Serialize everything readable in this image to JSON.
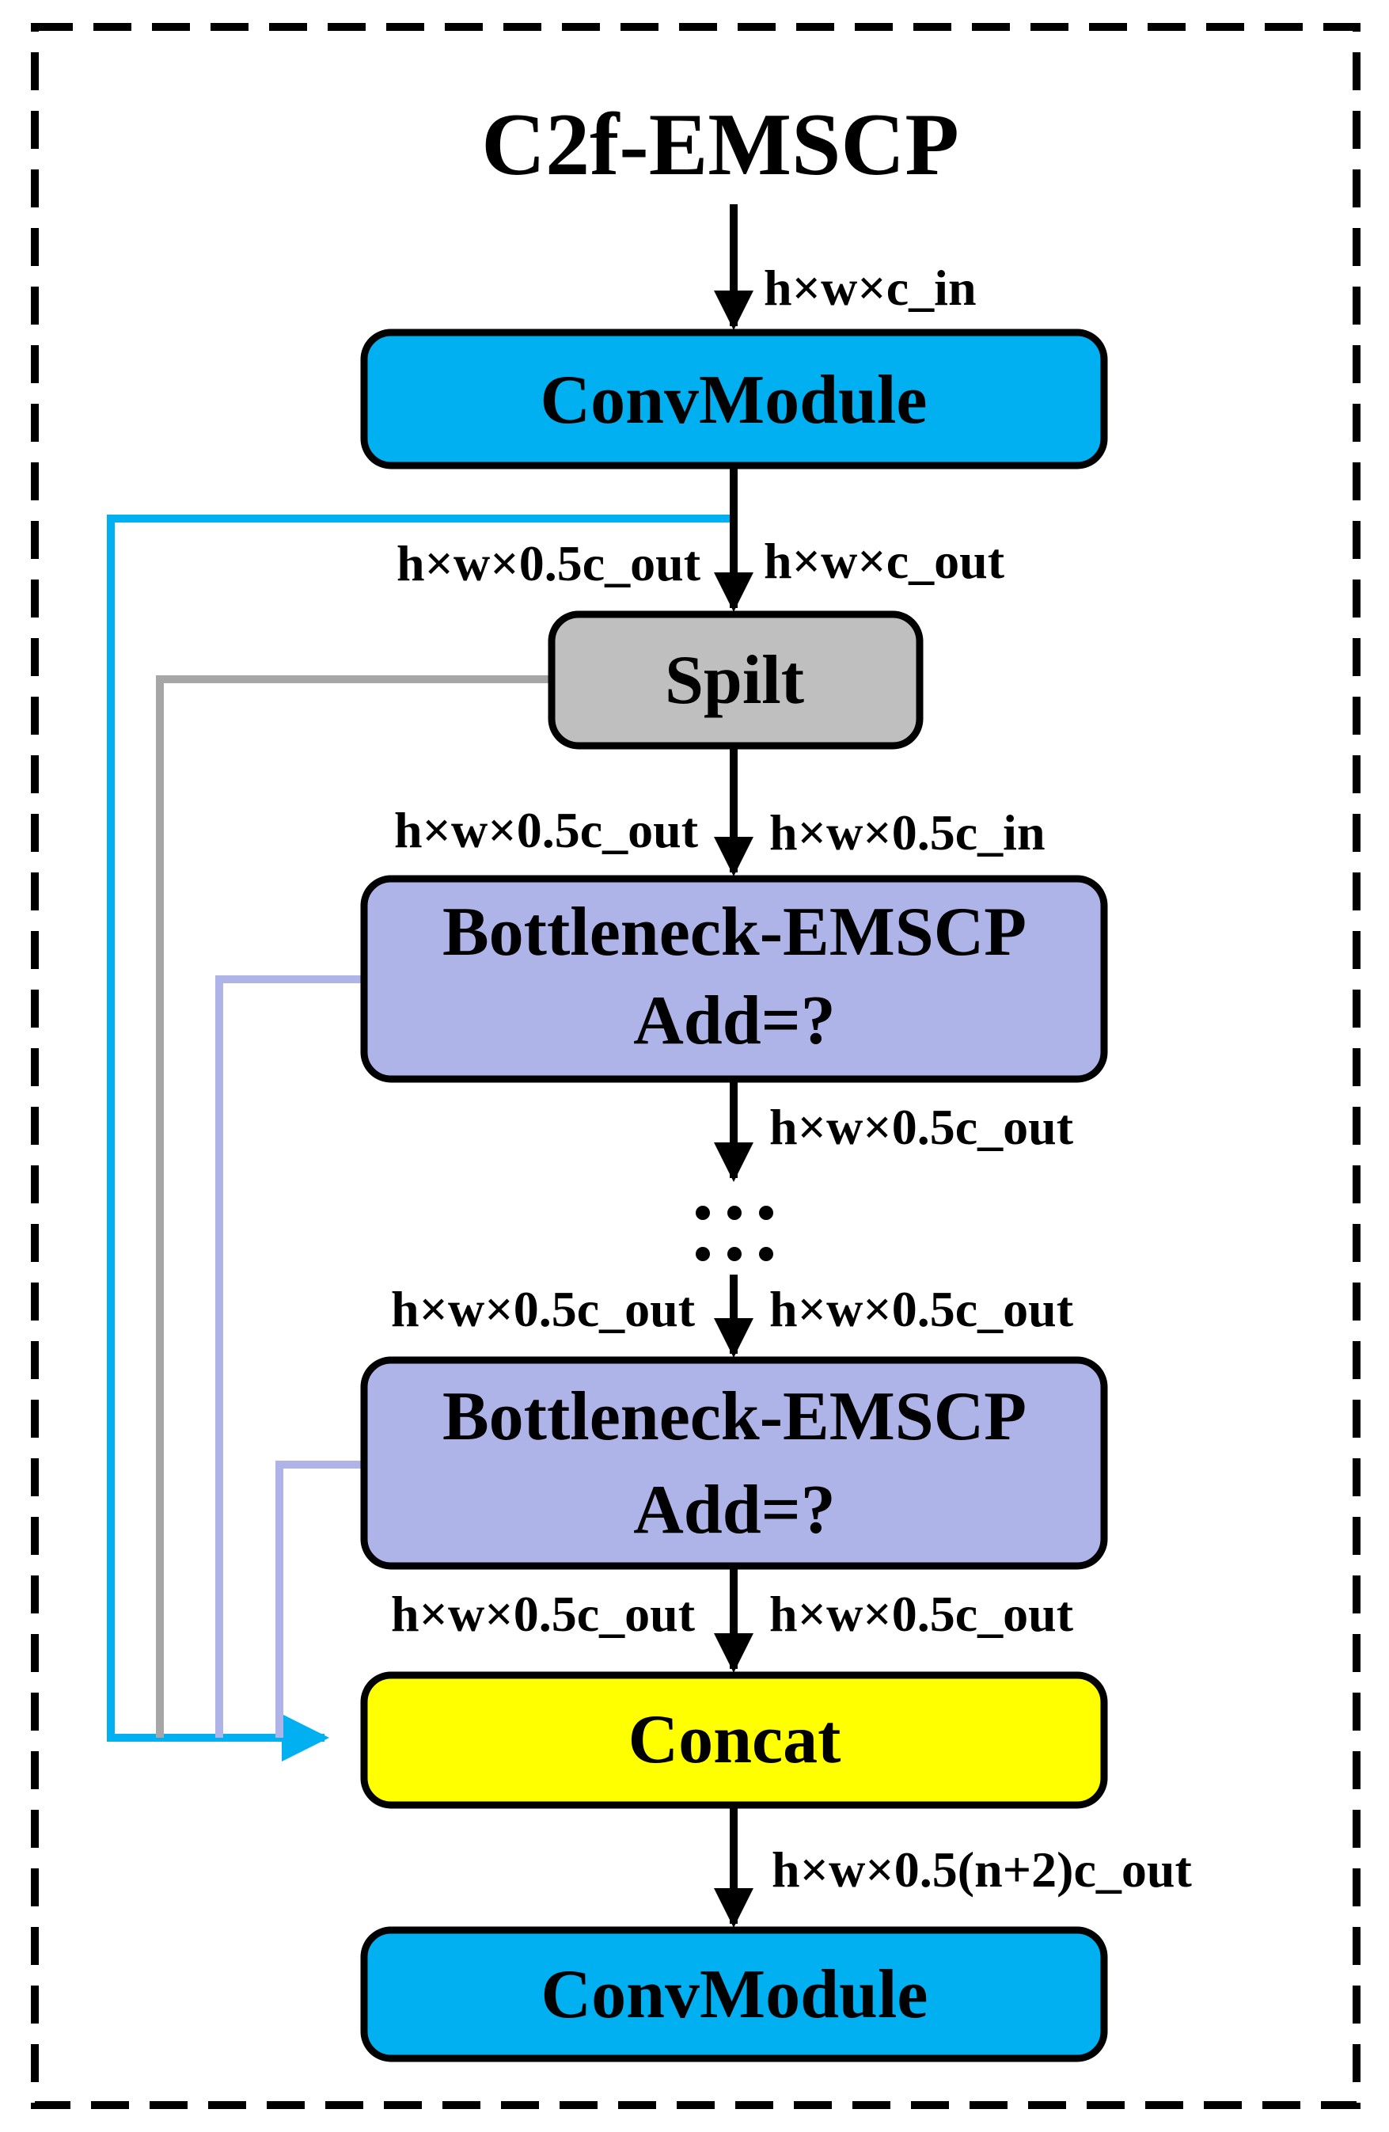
{
  "title": "C2f-EMSCP",
  "blocks": {
    "conv_top": "ConvModule",
    "split": "Spilt",
    "bottleneck_1": {
      "line1": "Bottleneck-EMSCP",
      "line2": "Add=?"
    },
    "bottleneck_n": {
      "line1": "Bottleneck-EMSCP",
      "line2": "Add=?"
    },
    "concat": "Concat",
    "conv_bottom": "ConvModule"
  },
  "dimensions": {
    "input": "h×w×c_in",
    "conv_out_right": "h×w×c_out",
    "conv_out_left": "h×w×0.5c_out",
    "split_out_left": "h×w×0.5c_out",
    "split_out_right": "h×w×0.5c_in",
    "bottleneck1_out": "h×w×0.5c_out",
    "before_bn_left": "h×w×0.5c_out",
    "before_bn_right": "h×w×0.5c_out",
    "bn_out_left": "h×w×0.5c_out",
    "bn_out_right": "h×w×0.5c_out",
    "concat_out": "h×w×0.5(n+2)c_out"
  },
  "ellipsis": "⋮",
  "colors": {
    "conv": "#00b0f0",
    "split": "#bfbfbf",
    "bottleneck": "#aeb4e8",
    "concat": "#ffff00",
    "skip_conv": "#00b0f0",
    "skip_split": "#a6a6a6",
    "skip_bottleneck": "#aeb4e8",
    "stroke": "#000000"
  }
}
